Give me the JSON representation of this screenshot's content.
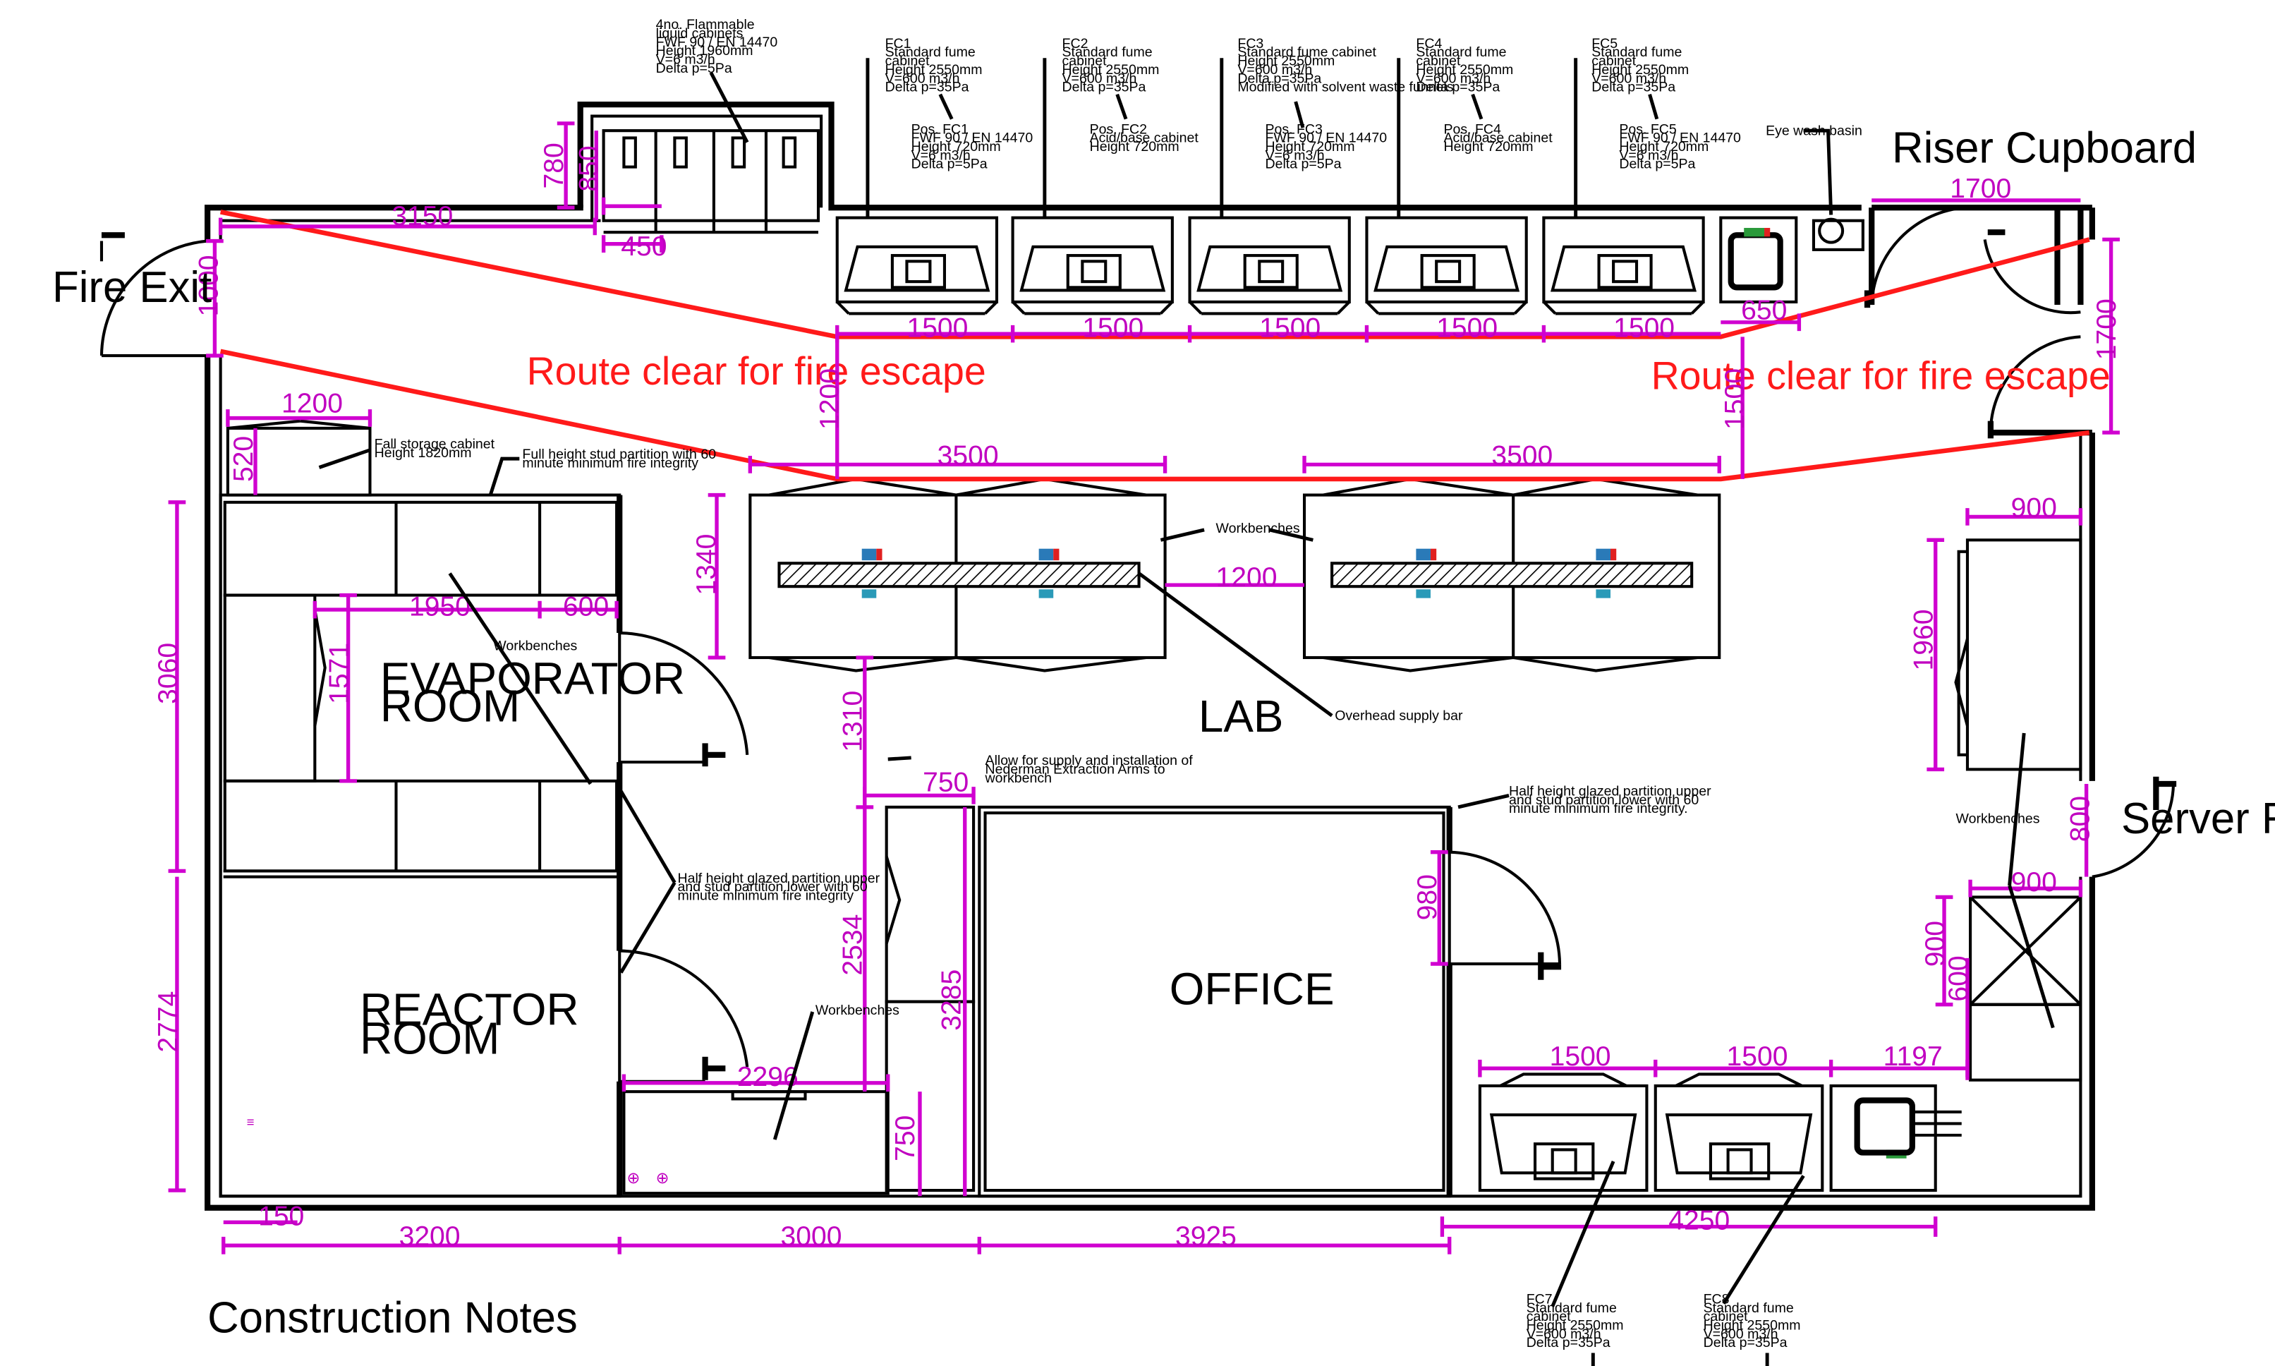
{
  "rooms": {
    "evaporator": [
      "EVAPORATOR",
      "ROOM"
    ],
    "reactor": [
      "REACTOR",
      "ROOM"
    ],
    "lab": "LAB",
    "office": "OFFICE"
  },
  "labels": {
    "fire_exit": "Fire Exit",
    "riser": "Riser Cupboard",
    "server": "Server Room",
    "construction_notes": "Construction Notes",
    "route_left": "Route clear for fire escape",
    "route_right": "Route clear for fire escape"
  },
  "notes": {
    "flammable": [
      "4no. Flammable",
      "liquid cabinets",
      "FWF 90 / EN 14470",
      "Height 1960mm",
      "V=6 m3/h",
      "Delta p=5Pa"
    ],
    "fc1": [
      "FC1",
      "Standard fume",
      "cabinet",
      "Height 2550mm",
      "V=600 m3/h",
      "Delta p=35Pa"
    ],
    "fc2": [
      "FC2",
      "Standard fume",
      "cabinet",
      "Height 2550mm",
      "V=600 m3/h",
      "Delta p=35Pa"
    ],
    "fc3": [
      "FC3",
      "Standard fume cabinet",
      "Height 2550mm",
      "V=600 m3/h",
      "Delta p=35Pa",
      "Modified with solvent waste funnels"
    ],
    "fc4": [
      "FC4",
      "Standard fume",
      "cabinet",
      "Height 2550mm",
      "V=600 m3/h",
      "Delta p=35Pa"
    ],
    "fc5": [
      "FC5",
      "Standard fume",
      "cabinet",
      "Height 2550mm",
      "V=600 m3/h",
      "Delta p=35Pa"
    ],
    "pos_fc1": [
      "Pos. FC1",
      "FWF 90 / EN 14470",
      "Height 720mm",
      "V=6 m3/h",
      "Delta p=5Pa"
    ],
    "pos_fc2": [
      "Pos. FC2",
      "Acid/base cabinet",
      "Height 720mm"
    ],
    "pos_fc3": [
      "Pos. FC3",
      "FWF 90 / EN 14470",
      "Height 720mm",
      "V=6 m3/h",
      "Delta p=5Pa"
    ],
    "pos_fc4": [
      "Pos. FC4",
      "Acid/base cabinet",
      "Height 720mm"
    ],
    "pos_fc5": [
      "Pos. FC5",
      "FWF 90 / EN 14470",
      "Height 720mm",
      "V=6 m3/h",
      "Delta p=5Pa"
    ],
    "eye_wash": [
      "Eye wash basin"
    ],
    "fall_storage": [
      "Fall storage cabinet",
      "Height 1820mm"
    ],
    "full_height": [
      "Full height stud partition with 60",
      "minute minimum fire integrity"
    ],
    "workbenches_lab": [
      "Workbenches"
    ],
    "workbenches_evap": [
      "Workbenches"
    ],
    "workbenches_right": [
      "Workbenches"
    ],
    "workbenches_mid": [
      "Workbenches"
    ],
    "overhead": [
      "Overhead supply bar"
    ],
    "allow": [
      "Allow for supply and installation of",
      "Nederman Extraction Arms to",
      "workbench"
    ],
    "half_height_office": [
      "Half height glazed partition upper",
      "and stud partition lower with 60",
      "minute minimum fire integrity."
    ],
    "half_height_left": [
      "Half height glazed partition upper",
      "and stud partition lower with 60",
      "minute minimum fire integrity"
    ],
    "fc7": [
      "FC7",
      "Standard fume",
      "cabinet",
      "Height 2550mm",
      "V=600 m3/h",
      "Delta p=35Pa"
    ],
    "fc8": [
      "FC8",
      "Standard fume",
      "cabinet",
      "Height 2550mm",
      "V=600 m3/h",
      "Delta p=35Pa"
    ]
  },
  "dimensions": {
    "d3150": "3150",
    "d450": "450",
    "d780": "780",
    "d850": "850",
    "d1000": "1000",
    "d1500a": "1500",
    "d1500b": "1500",
    "d1500c": "1500",
    "d1500d": "1500",
    "d1500e": "1500",
    "d650": "650",
    "d1700h": "1700",
    "d1700v": "1700",
    "d1200v": "1200",
    "d1500v": "1500",
    "d3500a": "3500",
    "d3500b": "3500",
    "d1200b": "1200",
    "d1340": "1340",
    "d1200c": "1200",
    "d520": "520",
    "d1950": "1950",
    "d600a": "600",
    "d1571": "1571",
    "d3060": "3060",
    "d2774": "2774",
    "d1310": "1310",
    "d750a": "750",
    "d2534": "2534",
    "d3285": "3285",
    "d2296": "2296",
    "d750b": "750",
    "d980": "980",
    "d900a": "900",
    "d1960": "1960",
    "d800": "800",
    "d900b": "900",
    "d900c": "900",
    "d600b": "600",
    "d1500f": "1500",
    "d1500g": "1500",
    "d1197": "1197",
    "d4250": "4250",
    "d150": "150",
    "d3200": "3200",
    "d3000": "3000",
    "d3925": "3925"
  },
  "colors": {
    "dimension": "#d000d0",
    "escape_route": "#ff1a1a",
    "walls": "#000000"
  }
}
